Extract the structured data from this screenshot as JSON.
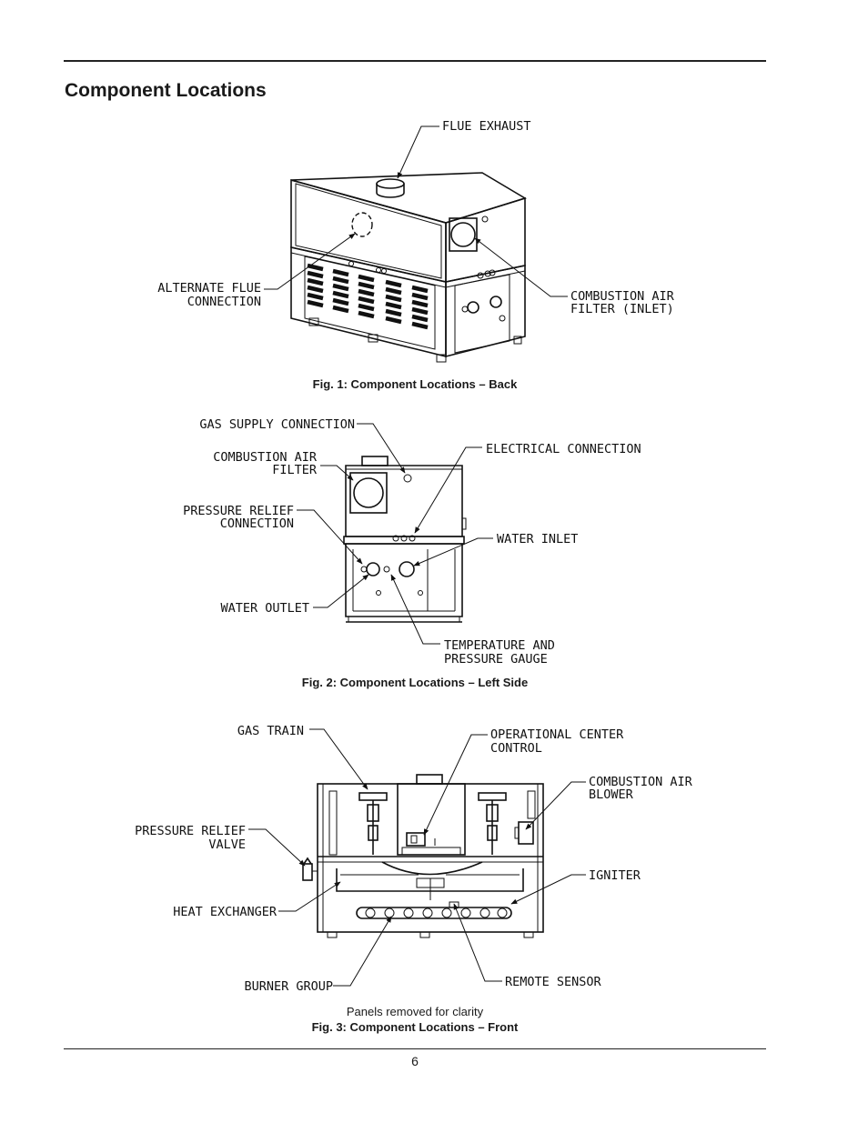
{
  "page": {
    "title": "Component Locations",
    "page_number": "6"
  },
  "fig1": {
    "caption": "Fig. 1: Component Locations – Back",
    "labels": {
      "flue_exhaust": "FLUE EXHAUST",
      "alt_flue_1": "ALTERNATE FLUE",
      "alt_flue_2": "CONNECTION",
      "comb_air_1": "COMBUSTION AIR",
      "comb_air_2": "FILTER (INLET)"
    }
  },
  "fig2": {
    "caption": "Fig. 2: Component Locations – Left Side",
    "labels": {
      "gas_supply": "GAS SUPPLY CONNECTION",
      "electrical": "ELECTRICAL CONNECTION",
      "comb_filter_1": "COMBUSTION AIR",
      "comb_filter_2": "FILTER",
      "pressure_relief_1": "PRESSURE RELIEF",
      "pressure_relief_2": "CONNECTION",
      "water_inlet": "WATER INLET",
      "water_outlet": "WATER OUTLET",
      "temp_gauge_1": "TEMPERATURE AND",
      "temp_gauge_2": "PRESSURE GAUGE"
    }
  },
  "fig3": {
    "caption": "Fig. 3: Component Locations – Front",
    "note": "Panels removed for clarity",
    "labels": {
      "gas_train": "GAS TRAIN",
      "op_center_1": "OPERATIONAL CENTER",
      "op_center_2": "CONTROL",
      "blower_1": "COMBUSTION AIR",
      "blower_2": "BLOWER",
      "relief_valve_1": "PRESSURE RELIEF",
      "relief_valve_2": "VALVE",
      "igniter": "IGNITER",
      "heat_exchanger": "HEAT EXCHANGER",
      "burner_group": "BURNER GROUP",
      "remote_sensor": "REMOTE SENSOR"
    }
  }
}
